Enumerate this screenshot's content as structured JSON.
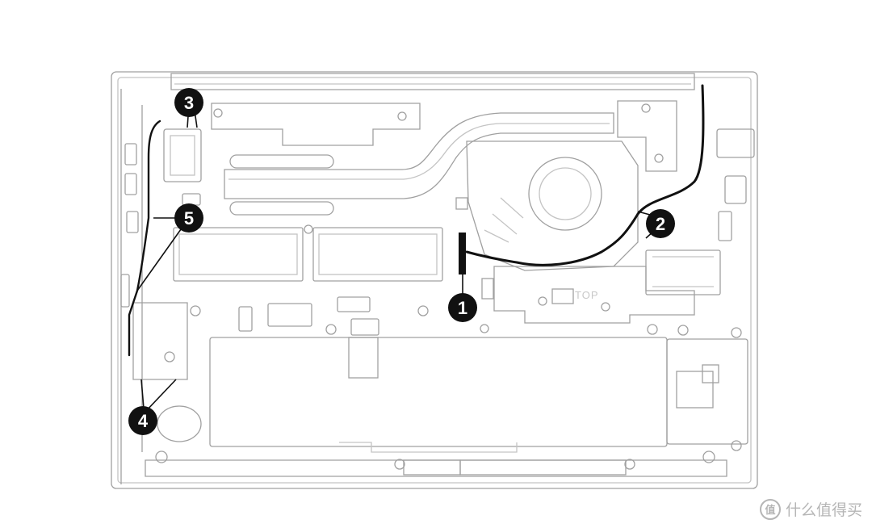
{
  "figure": {
    "board_label": "TOP",
    "callouts": [
      "1",
      "2",
      "3",
      "4",
      "5"
    ],
    "stroke_color": "#9a9a9a",
    "cable_color": "#111111",
    "callout_fill": "#111111"
  },
  "watermark": {
    "logo_text": "值",
    "text": "什么值得买"
  }
}
